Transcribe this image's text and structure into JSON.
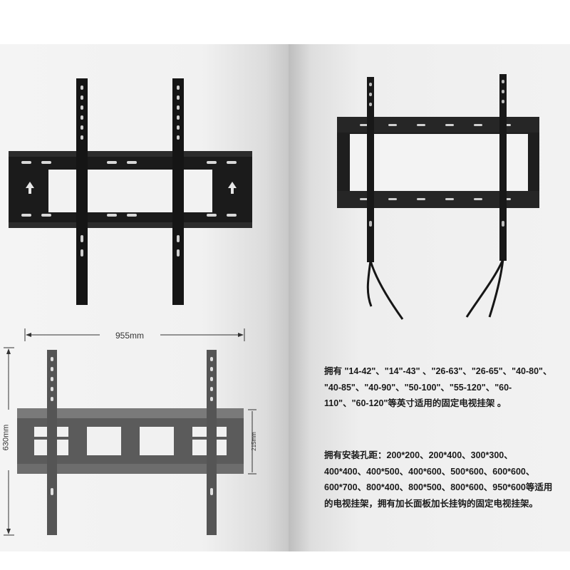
{
  "dimensions": {
    "width_label": "955mm",
    "height_label": "630mm",
    "frame_height_label": "215mm"
  },
  "description": {
    "sizes_line1": "拥有 \"14-42\"、\"14\"-43\" 、\"26-63\"、\"26-65\"、\"40-80\"、",
    "sizes_line2": "\"40-85\"、\"40-90\"、\"50-100\"、\"55-120\"、\"60-",
    "sizes_line3": "110\"、\"60-120\"等英寸适用的固定电视挂架 。",
    "holes_line1": "拥有安装孔距：200*200、200*400、300*300、",
    "holes_line2": "400*400、400*500、400*600、500*600、600*600、",
    "holes_line3": "600*700、800*400、800*500、800*600、950*600等适用",
    "holes_line4": "的电视挂架，拥有加长面板加长挂钩的固定电视挂架。"
  },
  "icons": [
    "up-arrow-icon"
  ]
}
